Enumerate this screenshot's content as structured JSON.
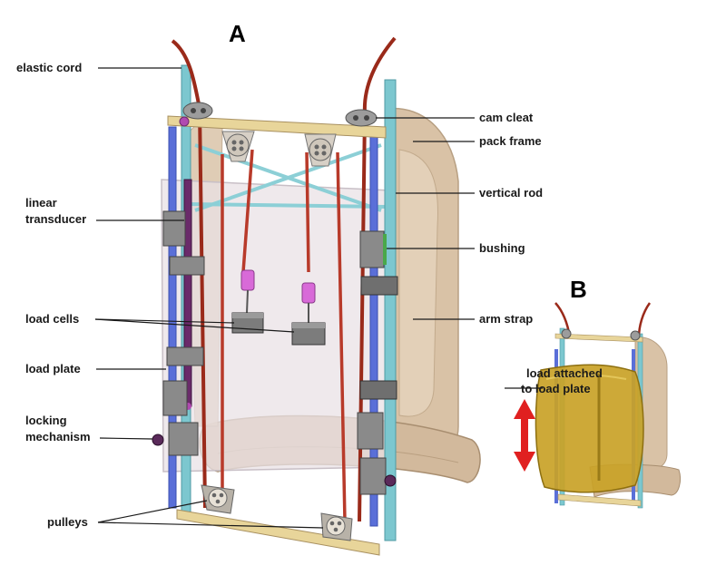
{
  "panels": {
    "a": "A",
    "b": "B"
  },
  "labels": {
    "elastic_cord": "elastic cord",
    "linear_transducer_1": "linear",
    "linear_transducer_2": "transducer",
    "load_cells": "load cells",
    "load_plate": "load plate",
    "locking_mechanism_1": "locking",
    "locking_mechanism_2": "mechanism",
    "pulleys": "pulleys",
    "cam_cleat": "cam cleat",
    "pack_frame": "pack frame",
    "vertical_rod": "vertical rod",
    "bushing": "bushing",
    "arm_strap": "arm strap",
    "load_attached_1": "load attached",
    "load_attached_2": "to load plate"
  },
  "colors": {
    "rod_blue": "#5a6fd8",
    "rod_cyan": "#7cc7cf",
    "cord_red": "#9a2a1a",
    "frame_tan": "#d8c49a",
    "pack_beige": "#d9c2a6",
    "plate": "#e9e1e6",
    "block_gray": "#8a8a8a",
    "load_gold": "#c9a227",
    "arrow_red": "#e02020"
  }
}
